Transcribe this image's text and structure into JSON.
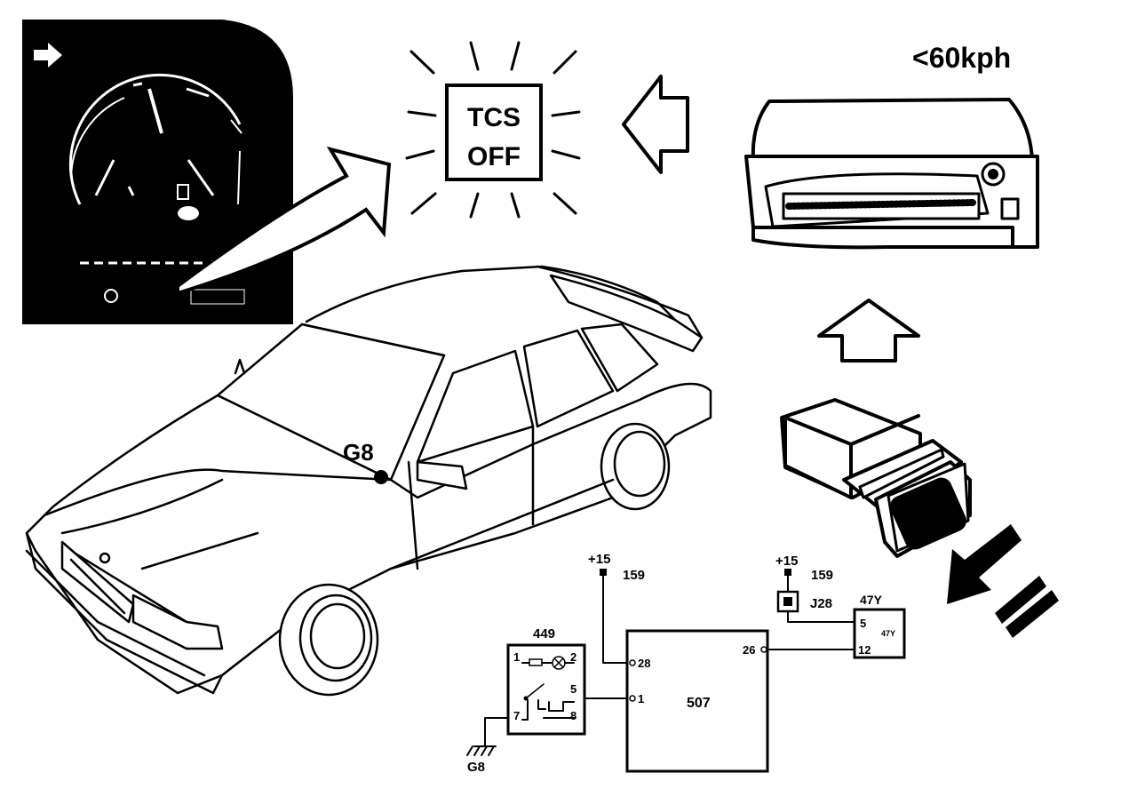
{
  "speed_condition": "<60kph",
  "warning_lamp": {
    "line1": "TCS",
    "line2": "OFF"
  },
  "ground_point_label": "G8",
  "switch_label": "TCS",
  "schematic": {
    "supply_a": {
      "voltage": "+15",
      "wire": "159"
    },
    "supply_b": {
      "voltage": "+15",
      "wire": "159"
    },
    "junction": "J28",
    "instrument_component": "449",
    "control_module": "507",
    "switch_component": "47Y",
    "switch_symbol_text": "47Y",
    "ground": "G8",
    "pins": {
      "cm_28": "28",
      "cm_1": "1",
      "cm_26": "26",
      "inst_1": "1",
      "inst_2": "2",
      "inst_5": "5",
      "inst_7": "7",
      "inst_8": "8",
      "sw_5": "5",
      "sw_12": "12"
    }
  },
  "colors": {
    "ink": "#000000",
    "paper": "#ffffff"
  }
}
